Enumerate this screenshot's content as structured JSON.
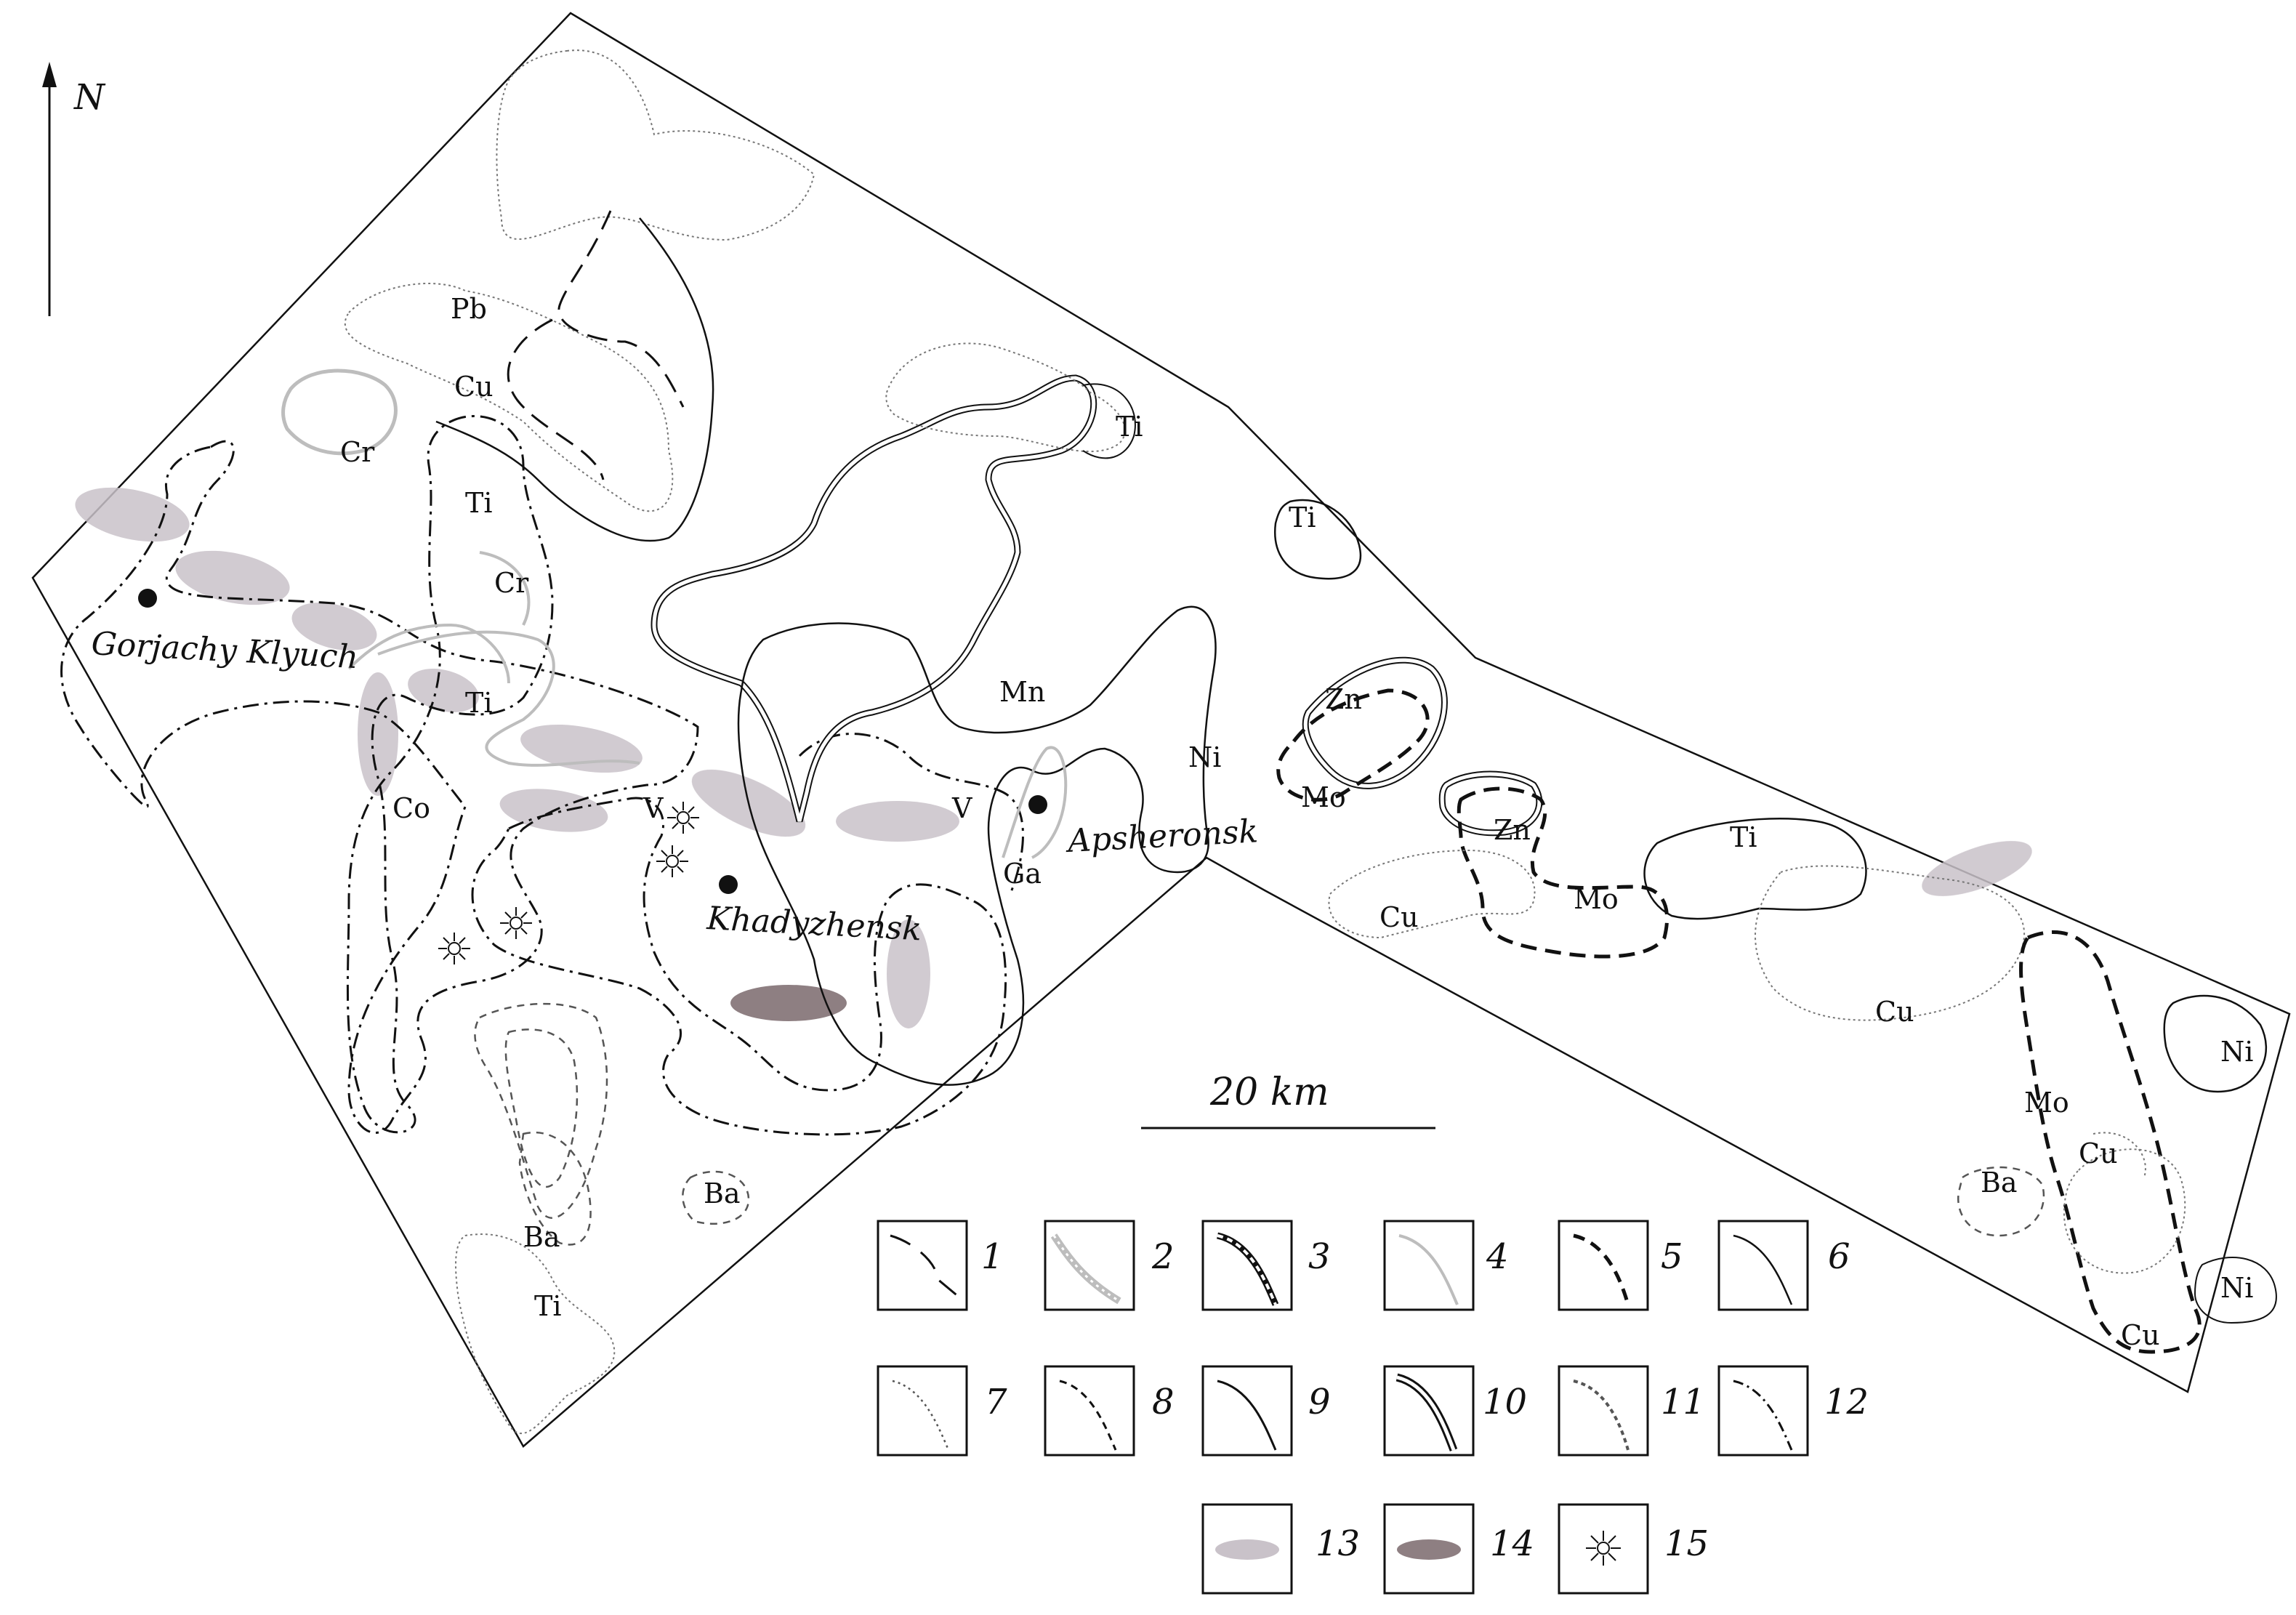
{
  "north_label": "N",
  "scale_label": "20 km",
  "cities": [
    {
      "name": "Gorjachy Klyuch"
    },
    {
      "name": "Khadyzhensk"
    },
    {
      "name": "Apsheronsk"
    }
  ],
  "element_labels": [
    "Pb",
    "Cu",
    "Cr",
    "Ti",
    "Cr",
    "Ti",
    "Co",
    "V",
    "V",
    "Mn",
    "Ni",
    "Ga",
    "Ti",
    "Ti",
    "Zn",
    "Mo",
    "Zn",
    "Mo",
    "Cu",
    "Ti",
    "Cu",
    "Ni",
    "Mo",
    "Cu",
    "Ba",
    "Ni",
    "Cu",
    "Ba",
    "Ba",
    "Ti"
  ],
  "legend": {
    "items": [
      "1",
      "2",
      "3",
      "4",
      "5",
      "6",
      "7",
      "8",
      "9",
      "10",
      "11",
      "12",
      "13",
      "14",
      "15"
    ]
  },
  "colors": {
    "ink": "#111111",
    "light_gray_line": "#bdbdbd",
    "ellipse_light": "#c9c2c9",
    "ellipse_dark": "#8e7f82"
  },
  "icons": [
    "north-arrow-icon",
    "city-dot-icon",
    "starburst-icon"
  ]
}
